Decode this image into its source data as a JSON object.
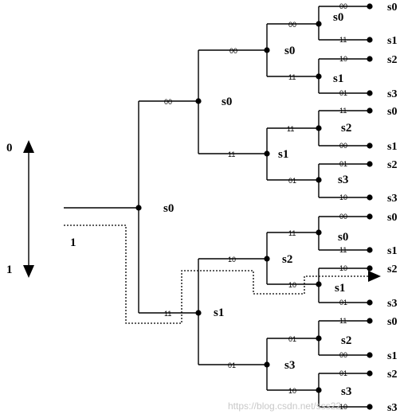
{
  "axis": {
    "top_label": "0",
    "bottom_label": "1"
  },
  "input_label": "1",
  "levels": {
    "root": "s0",
    "l1": [
      "s0",
      "s1"
    ],
    "l2": [
      "s0",
      "s1",
      "s2",
      "s3"
    ],
    "l3": [
      "s0",
      "s1",
      "s2",
      "s3",
      "s0",
      "s1",
      "s2",
      "s3"
    ]
  },
  "branch_labels": {
    "l1": [
      "00",
      "11"
    ],
    "l2": [
      "00",
      "11",
      "10",
      "01"
    ],
    "l3": [
      "00",
      "11",
      "11",
      "01",
      "11",
      "10",
      "01",
      "10"
    ],
    "l4": [
      "00",
      "11",
      "10",
      "01",
      "11",
      "00",
      "01",
      "10",
      "00",
      "11",
      "10",
      "01",
      "11",
      "00",
      "01",
      "10"
    ]
  },
  "leaf_labels": [
    "s0",
    "s1",
    "s2",
    "s3",
    "s0",
    "s1",
    "s2",
    "s3",
    "s0",
    "s1",
    "s2",
    "s3",
    "s0",
    "s1",
    "s2",
    "s3"
  ],
  "watermark": "https://blog.csdn.net/sss22"
}
